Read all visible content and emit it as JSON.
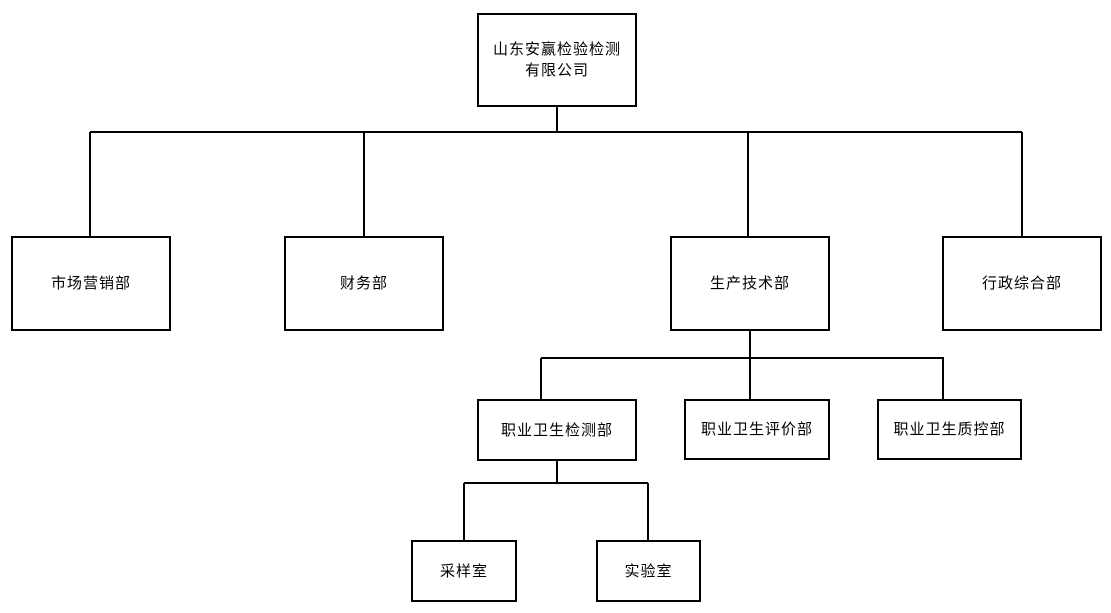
{
  "diagram": {
    "type": "org-chart",
    "company_name": "山东安赢检验检测有限公司",
    "levels": 4,
    "colors": {
      "background": "#ffffff",
      "box_fill": "#ffffff",
      "box_border": "#000000",
      "line": "#000000",
      "text": "#000000"
    }
  },
  "nodes": [
    {
      "id": "company",
      "label": "山东安赢检验检测\n有限公司",
      "parent": null
    },
    {
      "id": "marketing",
      "label": "市场营销部",
      "parent": "company"
    },
    {
      "id": "finance",
      "label": "财务部",
      "parent": "company"
    },
    {
      "id": "production-tech",
      "label": "生产技术部",
      "parent": "company"
    },
    {
      "id": "admin-general",
      "label": "行政综合部",
      "parent": "company"
    },
    {
      "id": "oh-testing",
      "label": "职业卫生检测部",
      "parent": "production-tech"
    },
    {
      "id": "oh-evaluation",
      "label": "职业卫生评价部",
      "parent": "production-tech"
    },
    {
      "id": "oh-qc",
      "label": "职业卫生质控部",
      "parent": "production-tech"
    },
    {
      "id": "sampling-room",
      "label": "采样室",
      "parent": "oh-testing"
    },
    {
      "id": "laboratory",
      "label": "实验室",
      "parent": "oh-testing"
    }
  ],
  "edges": [
    [
      "company",
      "marketing"
    ],
    [
      "company",
      "finance"
    ],
    [
      "company",
      "production-tech"
    ],
    [
      "company",
      "admin-general"
    ],
    [
      "production-tech",
      "oh-testing"
    ],
    [
      "production-tech",
      "oh-evaluation"
    ],
    [
      "production-tech",
      "oh-qc"
    ],
    [
      "oh-testing",
      "sampling-room"
    ],
    [
      "oh-testing",
      "laboratory"
    ]
  ]
}
